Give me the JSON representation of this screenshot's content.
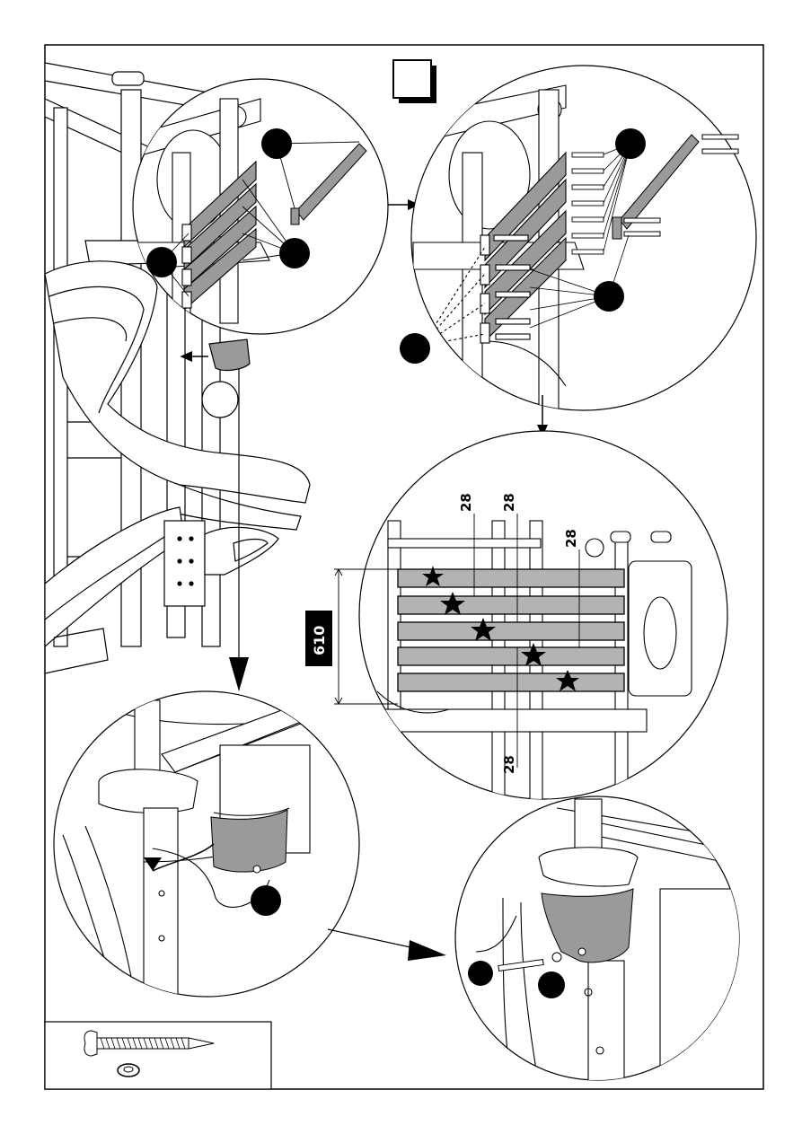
{
  "step_box": {
    "label": ""
  },
  "dimensions": {
    "slat_gap_1": "28",
    "slat_gap_2": "28",
    "slat_gap_3": "28",
    "slat_gap_bottom": "28",
    "total_height": "610"
  },
  "colors": {
    "line": "#000000",
    "slat_fill": "#b3b3b3",
    "part_fill": "#9a9a9a",
    "callout": "#000000",
    "background": "#ffffff"
  },
  "icons": {
    "star": "star-icon",
    "screw": "screw-icon",
    "washer": "washer-icon",
    "callout": "callout-dot-icon"
  }
}
